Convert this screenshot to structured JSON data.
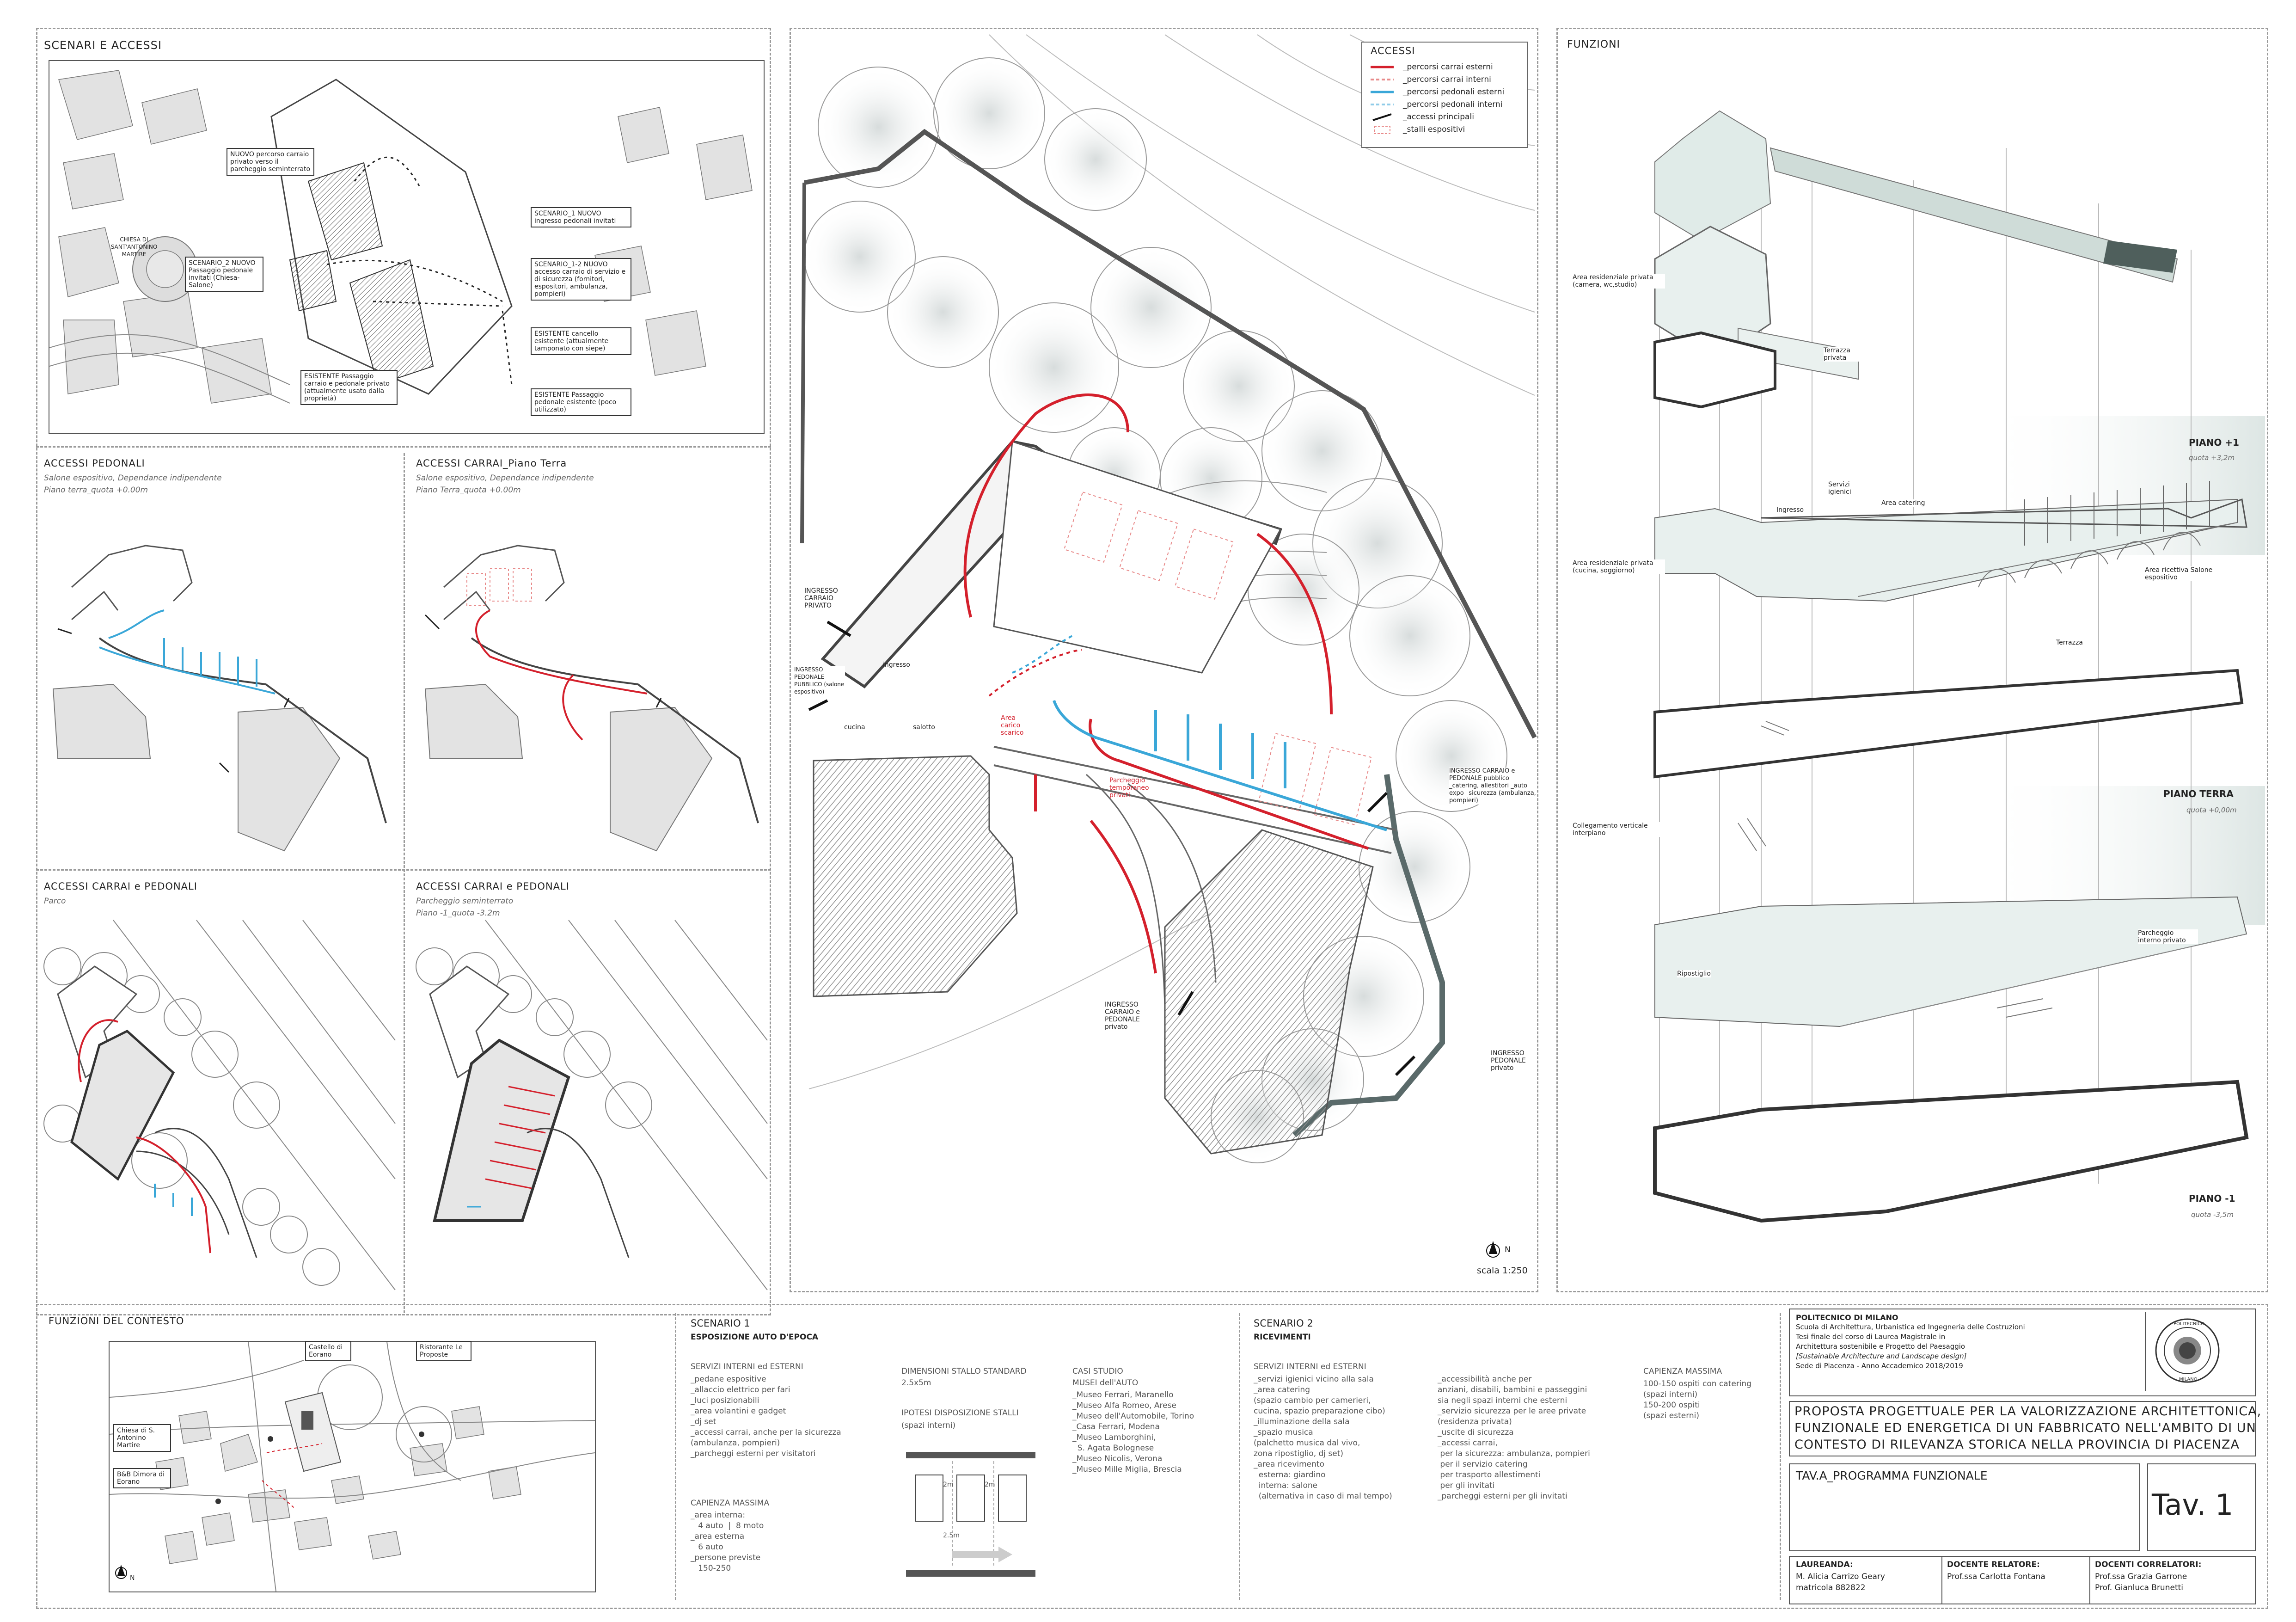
{
  "scenari": {
    "title": "SCENARI E ACCESSI",
    "church_label": "CHIESA DI SANT'ANTONINO MARTIRE",
    "callouts": [
      "NUOVO percorso carraio privato verso il parcheggio seminterrato",
      "SCENARIO_2 NUOVO Passaggio pedonale invitati (Chiesa-Salone)",
      "SCENARIO_1 NUOVO ingresso pedonali invitati",
      "SCENARIO_1-2 NUOVO accesso carraio di servizio e di sicurezza (fornitori, espositori, ambulanza, pompieri)",
      "ESISTENTE cancello esistente (attualmente tamponato con siepe)",
      "ESISTENTE Passaggio carraio e pedonale privato (attualmente usato dalla proprietà)",
      "ESISTENTE Passaggio pedonale esistente (poco utilizzato)"
    ]
  },
  "sub_panels": [
    {
      "title": "ACCESSI PEDONALI",
      "sub1": "Salone espositivo, Dependance indipendente",
      "sub2": "Piano terra_quota +0.00m"
    },
    {
      "title": "ACCESSI CARRAI_Piano Terra",
      "sub1": "Salone espositivo, Dependance indipendente",
      "sub2": "Piano Terra_quota +0.00m"
    },
    {
      "title": "ACCESSI CARRAI e PEDONALI",
      "sub1": "Parco",
      "sub2": ""
    },
    {
      "title": "ACCESSI CARRAI e PEDONALI",
      "sub1": "Parcheggio seminterrato",
      "sub2": "Piano -1_quota -3.2m"
    }
  ],
  "plan": {
    "legend_title": "ACCESSI",
    "legend": [
      {
        "label": "_percorsi carrai esterni",
        "color": "#d4202c",
        "style": "solid"
      },
      {
        "label": "_percorsi carrai interni",
        "color": "#e88a8a",
        "style": "dashed"
      },
      {
        "label": "_percorsi pedonali esterni",
        "color": "#3aa7d8",
        "style": "solid"
      },
      {
        "label": "_percorsi pedonali interni",
        "color": "#8fcbe8",
        "style": "dashed"
      },
      {
        "label": "_accessi principali",
        "color": "#111111",
        "style": "arrow"
      },
      {
        "label": "_stalli espositivi",
        "color": "#e88a8a",
        "style": "box"
      }
    ],
    "labels": {
      "ingresso_privato": "INGRESSO CARRAIO PRIVATO",
      "ingresso_pubblico": "INGRESSO PEDONALE PUBBLICO (salone espositivo)",
      "ingresso_pubblico_right": "INGRESSO CARRAIO e PEDONALE pubblico _catering, allestitori _auto expo _sicurezza (ambulanza, pompieri)",
      "ingresso_bottom": "INGRESSO CARRAIO e PEDONALE privato",
      "ingresso_pedonale_privato": "INGRESSO PEDONALE privato",
      "area_carico": "Area carico scarico",
      "parcheggio": "Parcheggio temporaneo privati",
      "ingresso": "ingresso",
      "cucina": "cucina",
      "salotto": "salotto"
    },
    "north": "N",
    "scale": "scala 1:250"
  },
  "funzioni": {
    "title": "FUNZIONI",
    "labels": [
      "Area residenziale privata (camera, wc,studio)",
      "Terrazza privata",
      "Servizi igienici",
      "Ingresso",
      "Area catering",
      "Area residenziale privata (cucina, soggiorno)",
      "Area ricettiva Salone espositivo",
      "Terrazza",
      "Collegamento verticale interpiano",
      "Parcheggio interno privato",
      "Ripostiglio"
    ],
    "levels": [
      {
        "name": "PIANO +1",
        "quota": "quota +3,2m"
      },
      {
        "name": "PIANO TERRA",
        "quota": "quota +0,00m"
      },
      {
        "name": "PIANO -1",
        "quota": "quota -3,5m"
      }
    ]
  },
  "contesto": {
    "title": "FUNZIONI DEL CONTESTO",
    "labels": [
      "Castello di Eorano",
      "Ristorante Le Proposte",
      "Chiesa di S. Antonino Martire",
      "B&B Dimora di Eorano"
    ],
    "north": "N"
  },
  "scenario1": {
    "title": "SCENARIO 1",
    "subtitle": "ESPOSIZIONE AUTO D'EPOCA",
    "col1_head": "SERVIZI INTERNI ed ESTERNI",
    "col1": [
      "_pedane espositive",
      "_allaccio elettrico per fari",
      "_luci posizionabili",
      "_area volantini e gadget",
      "_dj set",
      "_accessi carrai, anche per la sicurezza",
      "(ambulanza, pompieri)",
      "_parcheggi esterni per visitatori"
    ],
    "cap_head": "CAPIENZA MASSIMA",
    "cap": [
      "_area interna:",
      "   4 auto  |  8 moto",
      "_area esterna",
      "   6 auto",
      "_persone previste",
      "   150-250"
    ],
    "col2_head": "DIMENSIONI STALLO STANDARD",
    "col2_val": "2.5x5m",
    "col2_head2": "IPOTESI DISPOSIZIONE STALLI",
    "col2_val2": "(spazi interni)",
    "stall_dims": [
      "2m",
      "2m",
      "2.5m"
    ],
    "col3_head": "CASI STUDIO",
    "col3_sub": "MUSEI dell'AUTO",
    "col3": [
      "_Museo Ferrari, Maranello",
      "_Museo Alfa Romeo, Arese",
      "_Museo dell'Automobile, Torino",
      "_Casa Ferrari, Modena",
      "_Museo Lamborghini,",
      "  S. Agata Bolognese",
      "_Museo Nicolis, Verona",
      "_Museo Mille Miglia, Brescia"
    ]
  },
  "scenario2": {
    "title": "SCENARIO 2",
    "subtitle": "RICEVIMENTI",
    "col1_head": "SERVIZI INTERNI ed ESTERNI",
    "col1": [
      "_servizi igienici vicino alla sala",
      "_area catering",
      "(spazio cambio per camerieri,",
      "cucina, spazio preparazione cibo)",
      "_illuminazione della sala",
      "_spazio musica",
      "(palchetto musica dal vivo,",
      "zona ripostiglio, dj set)",
      "_area ricevimento",
      "  esterna: giardino",
      "  interna: salone",
      "  (alternativa in caso di mal tempo)"
    ],
    "col2": [
      "_accessibilità anche per",
      "anziani, disabili, bambini e passeggini",
      "sia negli spazi interni che esterni",
      "_servizio sicurezza per le aree private",
      "(residenza privata)",
      "_uscite di sicurezza",
      "_accessi carrai,",
      " per la sicurezza: ambulanza, pompieri",
      " per il servizio catering",
      " per trasporto allestimenti",
      " per gli invitati",
      "_parcheggi esterni per gli invitati"
    ],
    "cap_head": "CAPIENZA MASSIMA",
    "cap": [
      "100-150 ospiti con catering",
      "(spazi interni)",
      "150-200 ospiti",
      "(spazi esterni)"
    ]
  },
  "cartiglio": {
    "uni": "POLITECNICO DI MILANO",
    "lines": [
      "Scuola di Architettura, Urbanistica ed Ingegneria delle Costruzioni",
      "Tesi finale del corso di Laurea Magistrale in",
      "Architettura sostenibile e Progetto del Paesaggio",
      "[Sustainable Architecture and Landscape design]",
      "Sede di Piacenza - Anno Accademico 2018/2019"
    ],
    "seal_top": "POLITECNICO",
    "seal_bottom": "MILANO",
    "project_title": [
      "PROPOSTA PROGETTUALE PER LA VALORIZZAZIONE ARCHITETTONICA,",
      "FUNZIONALE ED ENERGETICA DI UN FABBRICATO NELL'AMBITO DI UN",
      "CONTESTO DI RILEVANZA STORICA NELLA PROVINCIA DI PIACENZA"
    ],
    "tav_label": "TAV.A_PROGRAMMA FUNZIONALE",
    "tav_num": "Tav. 1",
    "laureanda_head": "LAUREANDA:",
    "laureanda": [
      "M. Alicia Carrizo Geary",
      "matricola 882822"
    ],
    "relatore_head": "DOCENTE RELATORE:",
    "relatore": [
      "Prof.ssa Carlotta Fontana"
    ],
    "correlatori_head": "DOCENTI CORRELATORI:",
    "correlatori": [
      "Prof.ssa Grazia Garrone",
      "Prof. Gianluca Brunetti"
    ]
  }
}
